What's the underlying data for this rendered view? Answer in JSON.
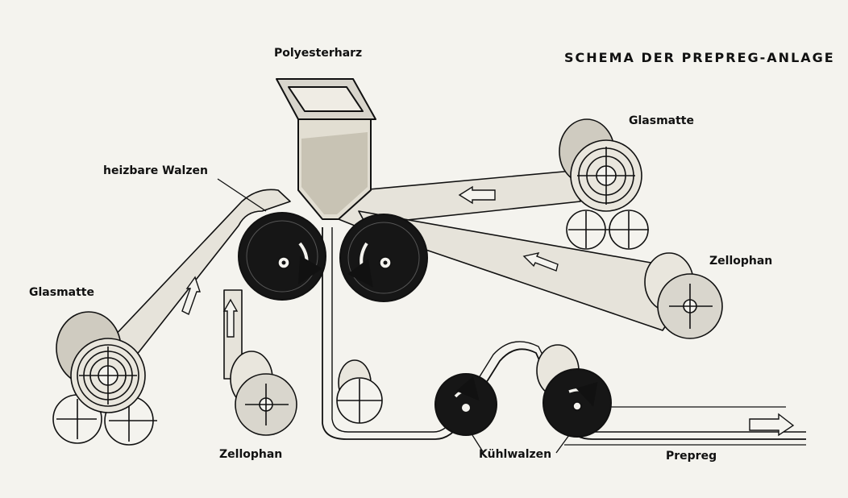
{
  "title": "SCHEMA DER PREPREG-ANLAGE",
  "labels": {
    "resin": "Polyesterharz",
    "heated_rollers": "heizbare Walzen",
    "glass_mat_left": "Glasmatte",
    "glass_mat_right": "Glasmatte",
    "cellophane_bottom": "Zellophan",
    "cellophane_right": "Zellophan",
    "cooling_rollers": "Kühlwalzen",
    "prepreg": "Prepreg"
  },
  "colors": {
    "ink": "#111111",
    "paper": "#f4f3ee",
    "band": "#e6e3da",
    "roller_dark": "#161616",
    "roll_shade": "#c9c6bd"
  }
}
